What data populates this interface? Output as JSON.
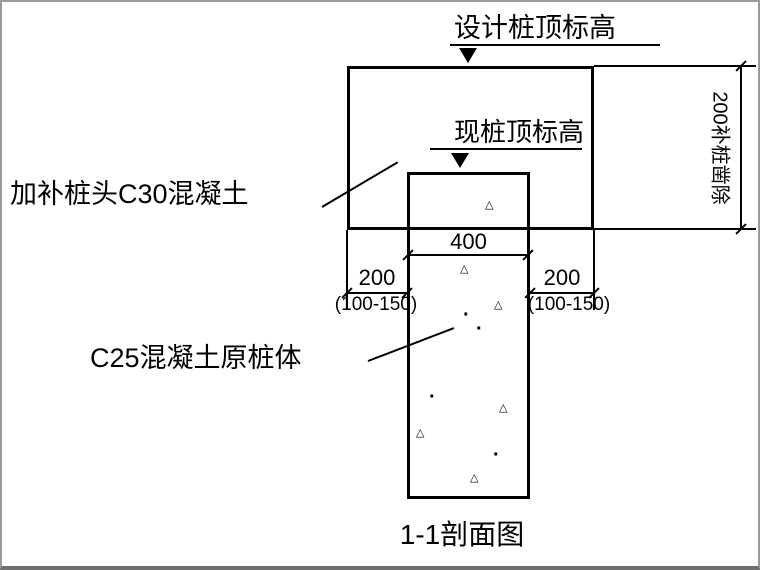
{
  "drawing": {
    "title": "1-1剖面图",
    "labels": {
      "design_top_elevation": "设计桩顶标高",
      "current_top_elevation": "现桩顶标高",
      "added_pile_head": "加补桩头C30混凝土",
      "original_pile": "C25混凝土原桩体",
      "chisel_note": "200补桩凿除"
    },
    "dimensions": {
      "pile_width": "400",
      "left_offset": "200",
      "left_offset_range": "(100-150)",
      "right_offset": "200",
      "right_offset_range": "(100-150)"
    },
    "texture": {
      "triangle_glyph": "△",
      "dot_glyph": "·"
    },
    "colors": {
      "line": "#000000",
      "background": "#ffffff"
    }
  }
}
